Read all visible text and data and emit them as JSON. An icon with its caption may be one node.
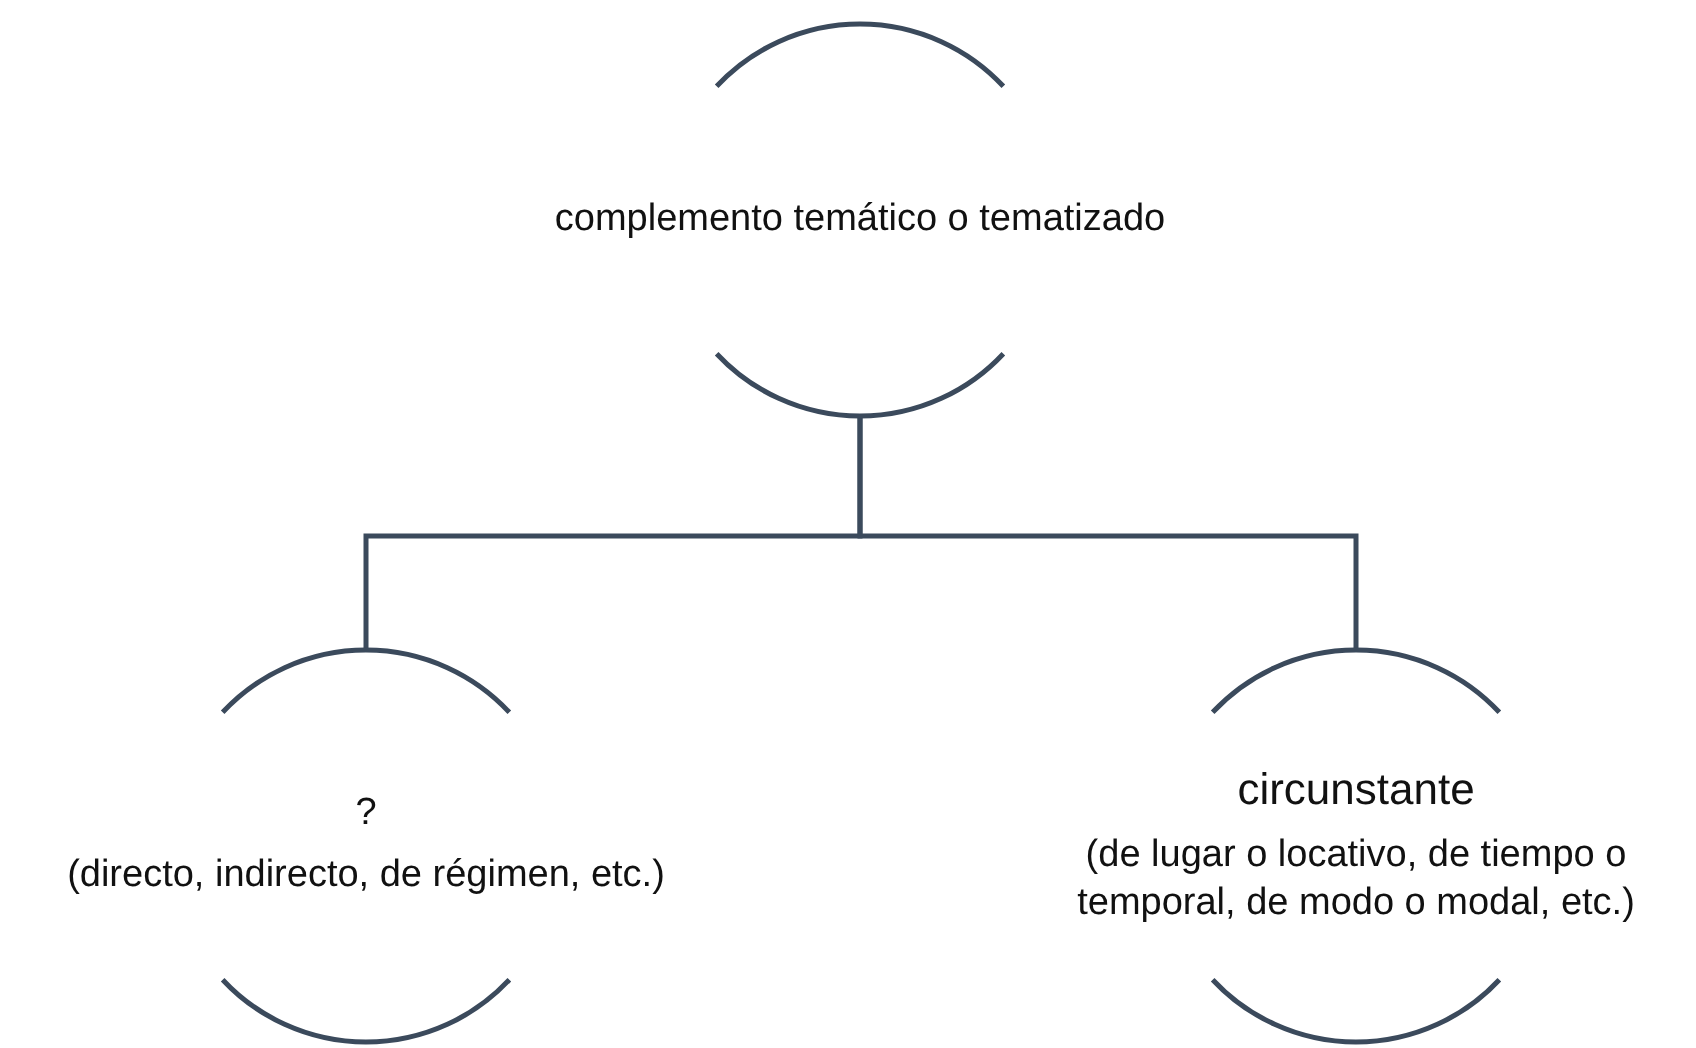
{
  "diagram": {
    "nodes": [
      {
        "text": [
          "complemento temático o tematizado"
        ]
      },
      {
        "text": [
          "?",
          "(directo, indirecto, de régimen, etc.)"
        ]
      },
      {
        "text": [
          "circunstante",
          "(de lugar o locativo, de tiempo o temporal, de modo o modal, etc.)"
        ]
      }
    ],
    "edges": [
      {
        "from": 0,
        "to": 1,
        "arrow": "none"
      },
      {
        "from": 0,
        "to": 2,
        "arrow": "none"
      }
    ]
  }
}
